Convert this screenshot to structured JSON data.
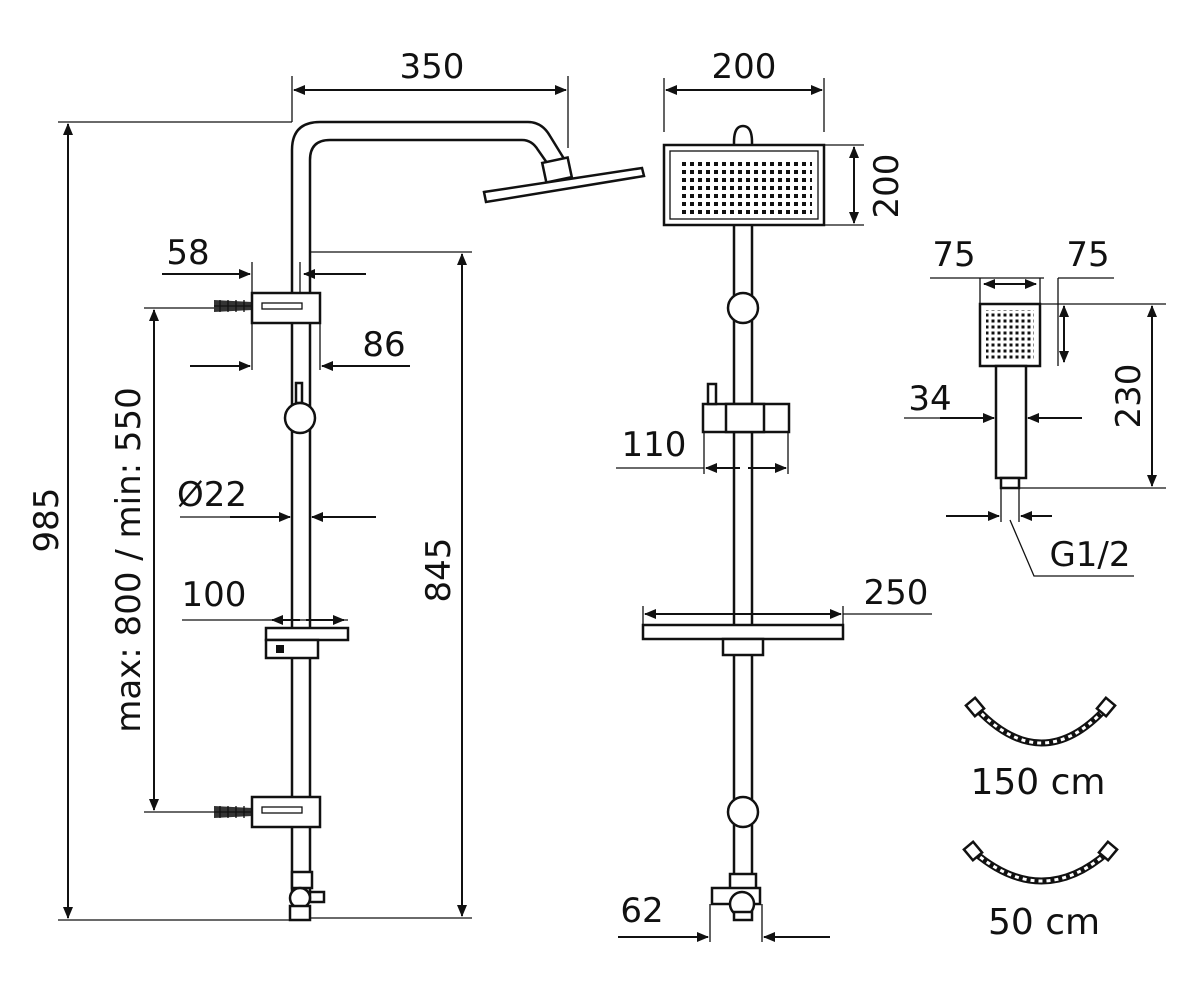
{
  "labels": {
    "width_350": "350",
    "width_200": "200",
    "height_200": "200",
    "hand_75_left": "75",
    "hand_75_right": "75",
    "bracket_58": "58",
    "bracket_86": "86",
    "total_985": "985",
    "slide_range": "max: 800 / min: 550",
    "bar_845": "845",
    "diam_22": "Ø22",
    "holder_100": "100",
    "mixer_110": "110",
    "shelf_250": "250",
    "hand_34": "34",
    "hand_230": "230",
    "thread_g12": "G1/2",
    "hose_150": "150 cm",
    "hose_50": "50 cm",
    "outlet_62": "62"
  },
  "colors": {
    "line": "#111111",
    "background": "#ffffff"
  }
}
